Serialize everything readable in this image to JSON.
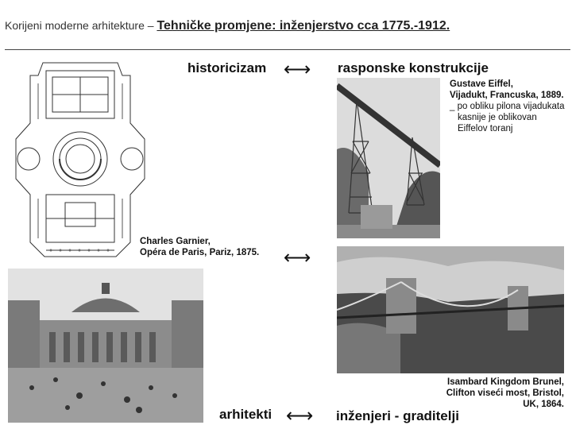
{
  "header": {
    "title": "Korijeni moderne arhitekture –",
    "subtitle": "Tehničke promjene: inženjerstvo cca 1775.-1912."
  },
  "top_row": {
    "left_label": "historicizam",
    "arrow": "⟷",
    "right_label": "rasponske konstrukcije"
  },
  "eiffel": {
    "line1": "Gustave Eiffel,",
    "line2": "Vijadukt, Francuska, 1889.",
    "line3": "_ po obliku pilona vijadukata",
    "line4": "kasnije je oblikovan",
    "line5": "Eiffelov toranj"
  },
  "garnier": {
    "line1": "Charles Garnier,",
    "line2": "Opéra de Paris, Pariz, 1875.",
    "arrow": "⟷"
  },
  "brunel": {
    "line1": "Isambard Kingdom Brunel,",
    "line2": "Clifton viseći most, Bristol,",
    "line3": "UK, 1864."
  },
  "bottom_row": {
    "left_label": "arhitekti",
    "arrow": "⟷",
    "right_label": "inženjeri - graditelji"
  }
}
